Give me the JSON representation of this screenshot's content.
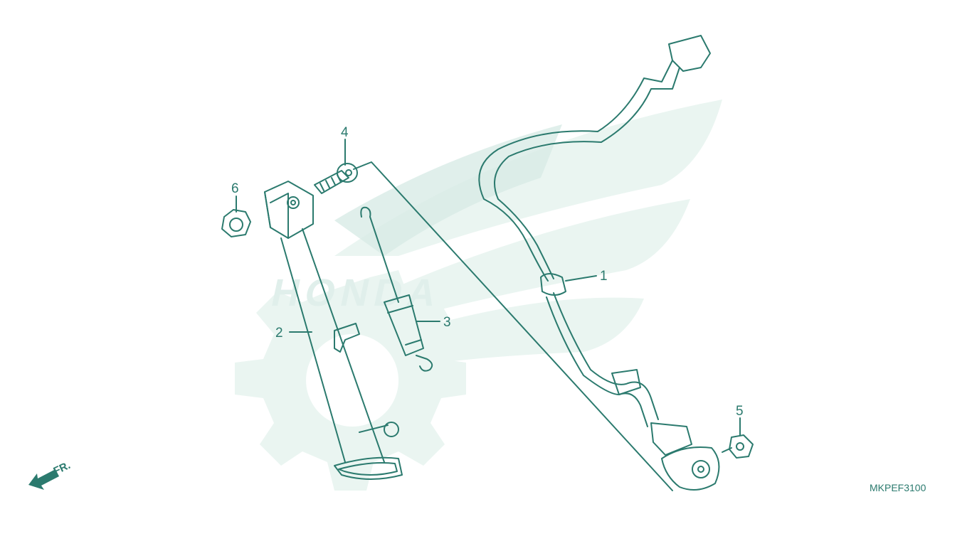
{
  "diagram": {
    "callouts": [
      "1",
      "2",
      "3",
      "4",
      "5",
      "6"
    ],
    "direction_label": "FR.",
    "diagram_code": "MKPEF3100",
    "colors": {
      "line": "#2b7a6e",
      "watermark": "#eaf5f1",
      "watermark_dots": "#cfe6e0",
      "background": "#ffffff"
    }
  }
}
